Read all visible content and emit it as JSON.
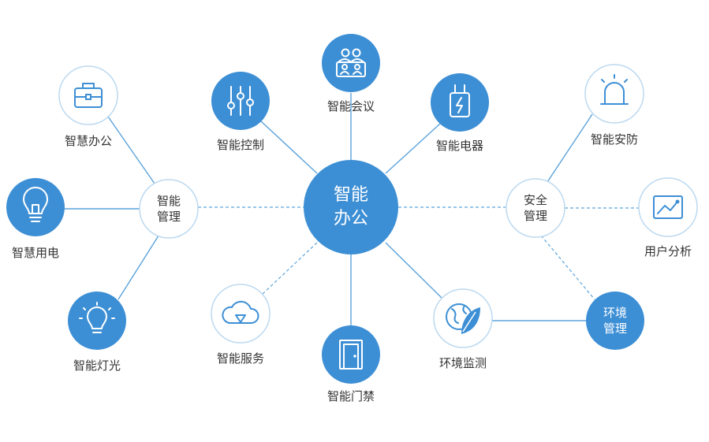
{
  "colors": {
    "primary": "#3d8fd5",
    "line": "#5ba3db",
    "ring": "#bcd9f0",
    "text": "#333333",
    "white": "#ffffff"
  },
  "center": {
    "line1": "智能",
    "line2": "办公"
  },
  "hubs": {
    "management": {
      "line1": "智能",
      "line2": "管理"
    },
    "security": {
      "line1": "安全",
      "line2": "管理"
    },
    "environment": {
      "line1": "环境",
      "line2": "管理"
    }
  },
  "nodes": {
    "meeting": {
      "label": "智能会议",
      "icon": "meeting-people-icon"
    },
    "control": {
      "label": "智能控制",
      "icon": "sliders-icon"
    },
    "appliance": {
      "label": "智能电器",
      "icon": "power-plug-icon"
    },
    "service": {
      "label": "智能服务",
      "icon": "cloud-download-icon"
    },
    "door": {
      "label": "智能门禁",
      "icon": "door-icon"
    },
    "env_monitor": {
      "label": "环境监测",
      "icon": "globe-leaf-icon"
    },
    "smart_office": {
      "label": "智慧办公",
      "icon": "briefcase-icon"
    },
    "electricity": {
      "label": "智慧用电",
      "icon": "light-bulb-icon"
    },
    "lighting": {
      "label": "智能灯光",
      "icon": "glowing-bulb-icon"
    },
    "alarm": {
      "label": "智能安防",
      "icon": "alarm-light-icon"
    },
    "analytics": {
      "label": "用户分析",
      "icon": "line-chart-icon"
    }
  }
}
